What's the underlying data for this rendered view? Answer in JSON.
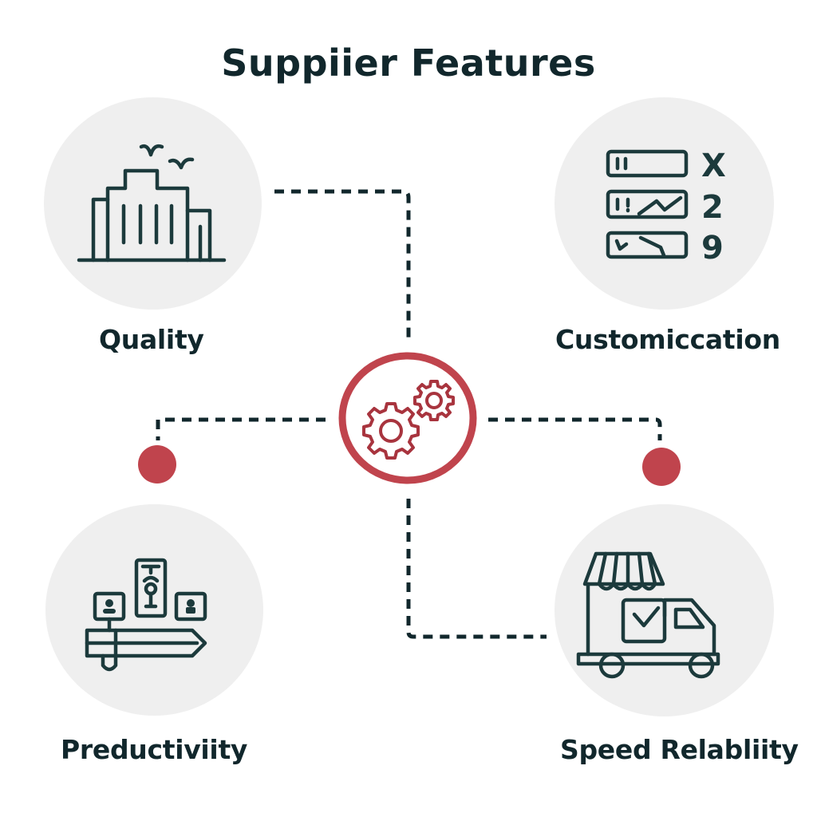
{
  "title": "Suppiier Features",
  "colors": {
    "accent": "#c0444d",
    "ink": "#11272c",
    "circle_fill": "#efefef",
    "background": "#ffffff"
  },
  "hub": {
    "icon": "gears-icon"
  },
  "features": [
    {
      "id": "quality",
      "label": "Quality",
      "icon": "buildings-with-birds-icon",
      "position": "top-left"
    },
    {
      "id": "customization",
      "label": "Customiccation",
      "icon": "option-list-icon",
      "position": "top-right",
      "list_markers": [
        "X",
        "2",
        "9"
      ]
    },
    {
      "id": "productivity",
      "label": "Preductiviity",
      "icon": "profiles-and-arrow-icon",
      "position": "bottom-left"
    },
    {
      "id": "speed-reliability",
      "label": "Speed Relabliity",
      "icon": "store-delivery-truck-icon",
      "position": "bottom-right"
    }
  ]
}
